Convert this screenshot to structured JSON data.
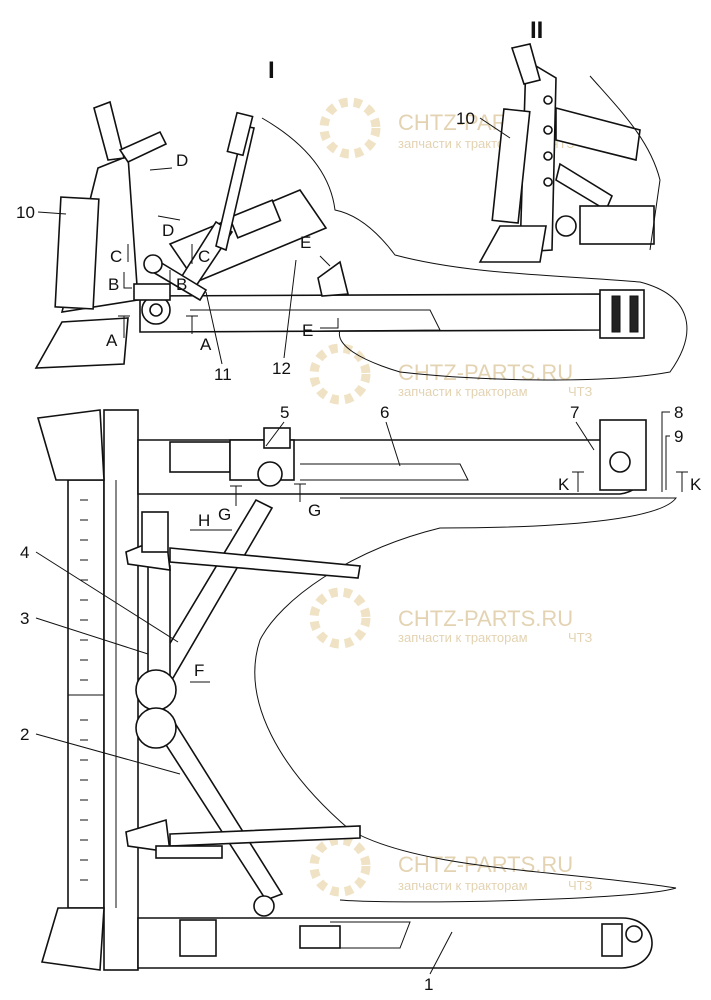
{
  "view_titles": {
    "view_1": "I",
    "view_2": "II"
  },
  "watermark": {
    "line1": "CHTZ-PARTS.RU",
    "line2": "запчасти к тракторам",
    "brand": "ЧТЗ"
  },
  "callouts": {
    "n1": "1",
    "n2": "2",
    "n3": "3",
    "n4": "4",
    "n5": "5",
    "n6": "6",
    "n7": "7",
    "n8": "8",
    "n9": "9",
    "n10": "10",
    "n11": "11",
    "n12": "12",
    "n10_view2": "10"
  },
  "section_marks": {
    "A": "A",
    "B": "B",
    "C": "C",
    "D": "D",
    "E": "E",
    "F": "F",
    "G": "G",
    "H": "H",
    "K": "K"
  }
}
